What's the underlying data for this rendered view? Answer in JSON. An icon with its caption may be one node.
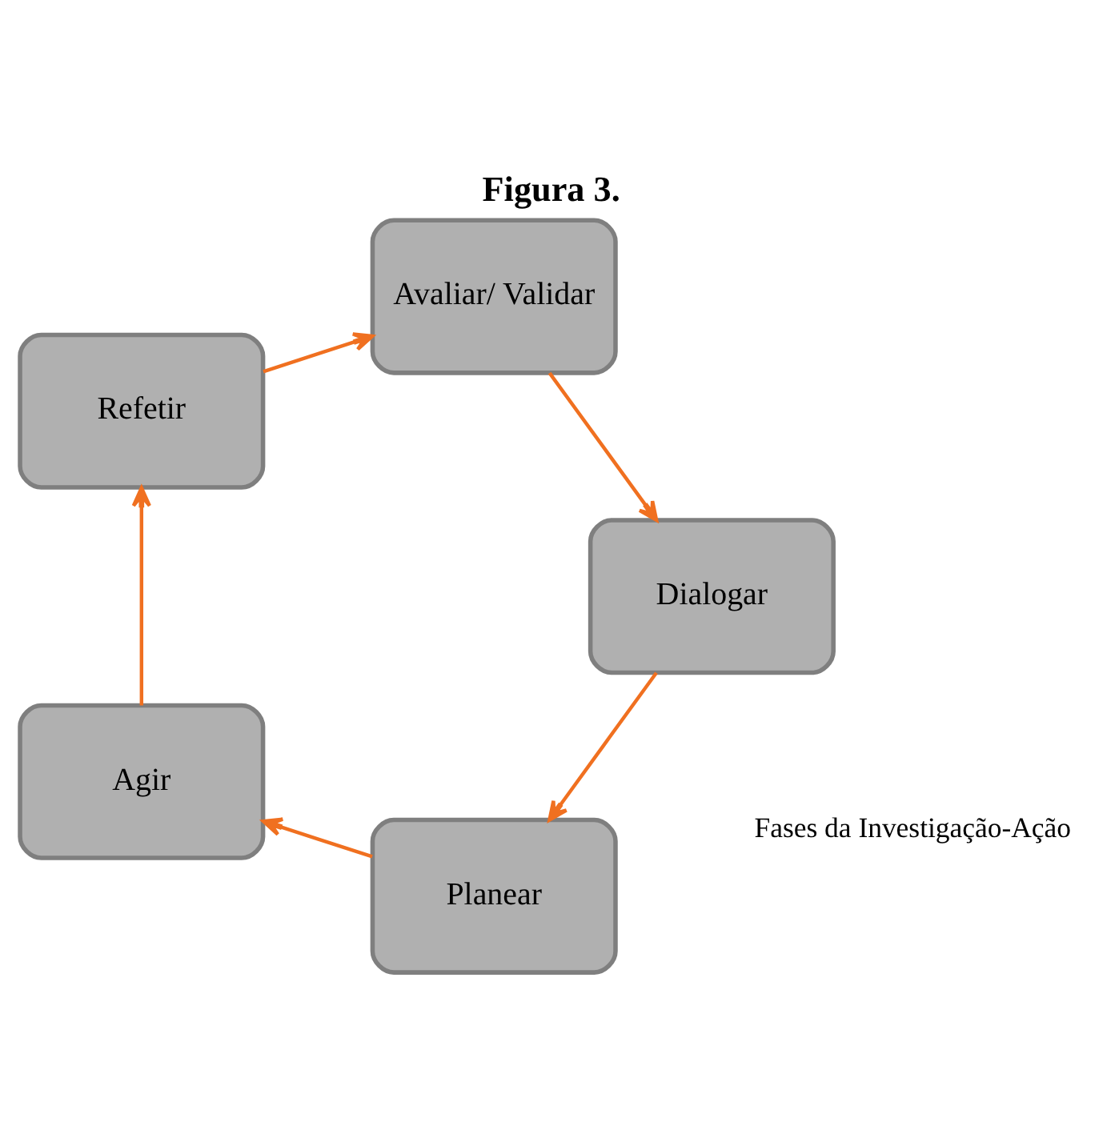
{
  "diagram": {
    "title": "Figura 3.",
    "nodes": [
      {
        "text": [
          "Planear"
        ]
      },
      {
        "text": [
          "Agir"
        ]
      },
      {
        "text": [
          "Refetir"
        ]
      },
      {
        "text": [
          "Avaliar/ Validar"
        ]
      },
      {
        "text": [
          "Dialogar"
        ]
      }
    ],
    "edges": [
      {
        "from": 0,
        "to": 1,
        "arrow": "to"
      },
      {
        "from": 1,
        "to": 2,
        "arrow": "to"
      },
      {
        "from": 2,
        "to": 3,
        "arrow": "to"
      },
      {
        "from": 3,
        "to": 4,
        "arrow": "to"
      },
      {
        "from": 4,
        "to": 0,
        "arrow": "to"
      }
    ],
    "labels": [
      "Fases da Investigação-Ação"
    ]
  }
}
